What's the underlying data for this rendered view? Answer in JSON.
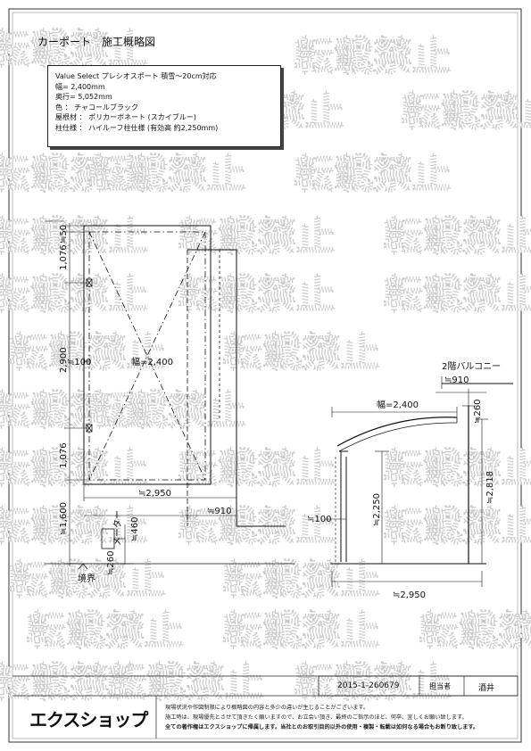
{
  "title": "カーポート　施工概略図",
  "spec": {
    "line1": "Value Select プレシオスポート 積雪〜20cm対応",
    "line2": "幅= 2,400mm",
    "line3": "奥行= 5,052mm",
    "line4": "色 ： チャコールブラック",
    "line5": "屋根材 ： ポリカーボネート (スカイブルー)",
    "line6": "柱仕様 ： ハイルーフ柱仕様 (有効高 約2,250mm)"
  },
  "watermark": "転載禁止",
  "plan_dims": {
    "d50": "≒50",
    "d1076a": "1,076",
    "d2900": "2,900",
    "d1076b": "1,076",
    "d1600": "≒1,600",
    "d100": "≒100",
    "width": "幅=2,400",
    "d2950": "≒2,950",
    "d910": "≒910",
    "d460": "≒460",
    "meter": "メーター",
    "d260": "≒260",
    "boundary": "境界"
  },
  "elev_dims": {
    "balcony": "2階バルコニー",
    "d910": "≒910",
    "width": "幅=2,400",
    "d260": "≒260",
    "d2250": "≒2,250",
    "d2818": "≒2,818",
    "d100": "≒100",
    "d2950": "≒2,950"
  },
  "title_block": {
    "drawing_no": "2015-1-260679",
    "person_label": "担当者",
    "person_name": "酒井"
  },
  "logo": "エクスショップ",
  "notes": {
    "n1": "現場状況や作図制限により概略図の内容と多少の違いが生じることがございます。",
    "n2": "施工時は、現場優先とさせて頂きたく願いますので、お立会い頂き、最終のご指示のほど、何卒、宜しくお願い致します。",
    "n3": "全ての著作権はエクスショップに帰属します。当社とのお取引目的以外の使用・複製・転載は如何なる場合もお断り致します。"
  }
}
